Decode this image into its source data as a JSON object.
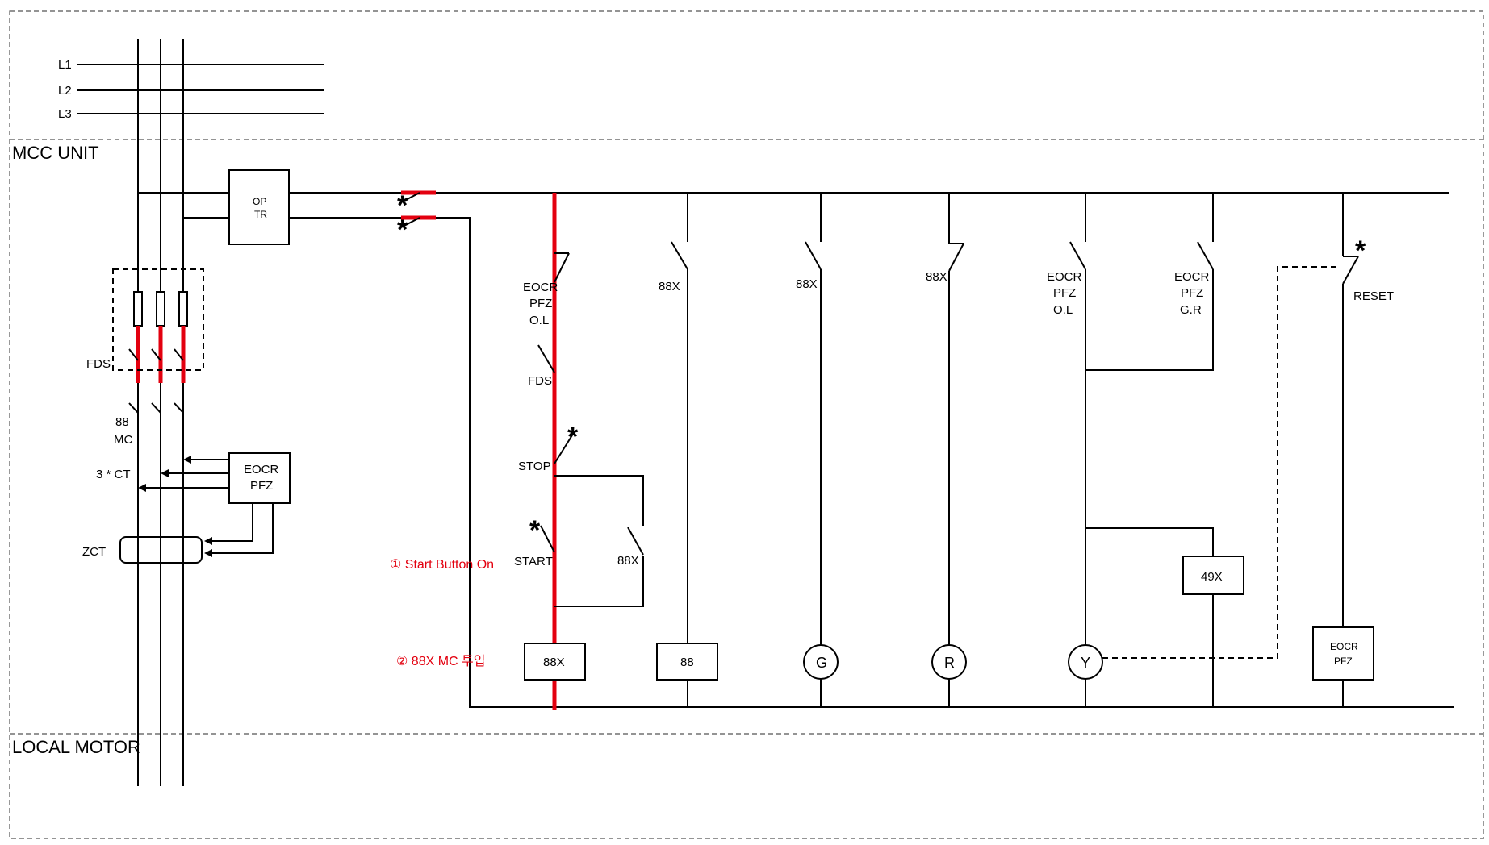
{
  "sections": {
    "mcc_unit": "MCC UNIT",
    "local_motor": "LOCAL MOTOR"
  },
  "phases": {
    "l1": "L1",
    "l2": "L2",
    "l3": "L3"
  },
  "power_circuit": {
    "op_tr": [
      "OP",
      "TR"
    ],
    "fds": "FDS",
    "mc": [
      "88",
      "MC"
    ],
    "ct": "3 * CT",
    "eocr": [
      "EOCR",
      "PFZ"
    ],
    "zct": "ZCT"
  },
  "control_circuit": {
    "contact_eocr_ol": [
      "EOCR",
      "PFZ",
      "O.L"
    ],
    "contact_fds": "FDS",
    "contact_stop": "STOP",
    "contact_start": "START",
    "contact_88x_self_hold": "88X",
    "contact_88x_1": "88X",
    "contact_88x_2": "88X",
    "contact_88x_3": "88X",
    "contact_eocr_ol_2": [
      "EOCR",
      "PFZ",
      "O.L"
    ],
    "contact_eocr_gr": [
      "EOCR",
      "PFZ",
      "G.R"
    ],
    "contact_reset": "RESET",
    "coil_88x": "88X",
    "coil_88": "88",
    "lamp_g": "G",
    "lamp_r": "R",
    "lamp_y": "Y",
    "relay_49x": "49X",
    "coil_eocr": [
      "EOCR",
      "PFZ"
    ]
  },
  "annotations": {
    "step1": "① Start Button On",
    "step2": "② 88X MC 투입",
    "asterisk": "*"
  },
  "colors": {
    "energized_path": "#e3000f",
    "wire": "#000000",
    "frame": "#555555"
  }
}
